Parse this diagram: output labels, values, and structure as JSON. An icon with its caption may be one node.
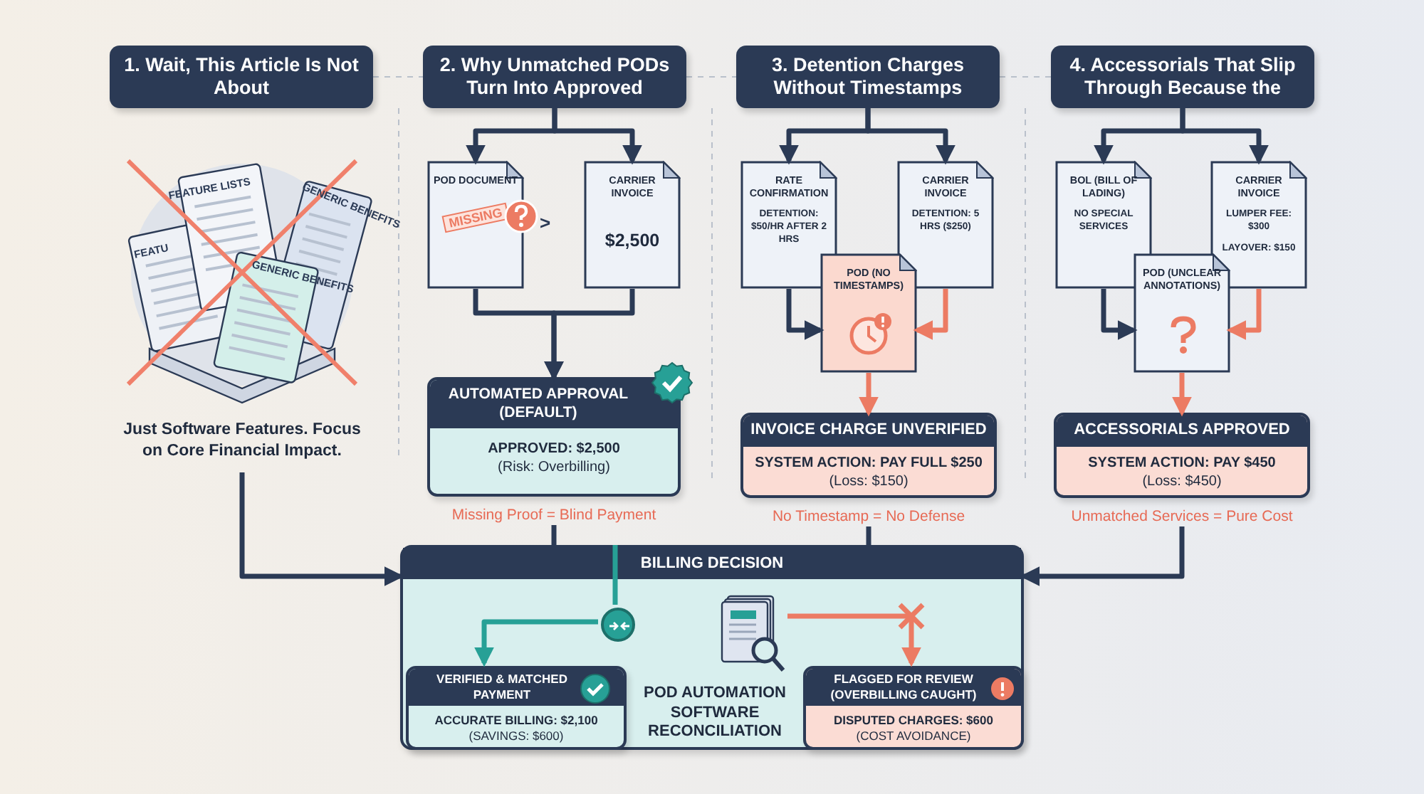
{
  "diagram": {
    "nodes": [
      {
        "text": [
          "1. Wait, This Article Is Not About"
        ]
      },
      {
        "text": [],
        "shape": "picture"
      },
      {
        "text": [
          "Just Software Features. Focus on Core Financial Impact."
        ]
      },
      {
        "text": [
          "2. Why Unmatched PODs Turn Into Approved"
        ]
      },
      {
        "text": [
          "POD DOCUMENT",
          "MISSING"
        ]
      },
      {
        "text": [
          "CARRIER INVOICE",
          "$2,500"
        ]
      },
      {
        "text": [
          "AUTOMATED APPROVAL (DEFAULT)",
          "APPROVED: $2,500",
          "(Risk: Overbilling)"
        ],
        "beside": [
          "Missing Proof = Blind Payment"
        ]
      },
      {
        "text": [
          "3. Detention Charges Without Timestamps"
        ]
      },
      {
        "text": [
          "RATE CONFIRMATION",
          "DETENTION: $50/HR AFTER 2 HRS"
        ]
      },
      {
        "text": [
          "CARRIER INVOICE",
          "DETENTION: 5 HRS ($250)"
        ]
      },
      {
        "text": [
          "POD (NO TIMESTAMPS)"
        ]
      },
      {
        "text": [
          "INVOICE CHARGE UNVERIFIED",
          "SYSTEM ACTION: PAY FULL $250",
          "(Loss: $150)"
        ],
        "beside": [
          "No Timestamp = No Defense"
        ]
      },
      {
        "text": [
          "4. Accessorials That Slip Through Because the"
        ]
      },
      {
        "text": [
          "BOL (BILL OF LADING)",
          "NO SPECIAL SERVICES"
        ]
      },
      {
        "text": [
          "CARRIER INVOICE",
          "LUMPER FEE: $300",
          "LAYOVER: $150"
        ]
      },
      {
        "text": [
          "POD (UNCLEAR ANNOTATIONS)"
        ]
      },
      {
        "text": [
          "ACCESSORIALS APPROVED",
          "SYSTEM ACTION: PAY $450",
          "(Loss: $450)"
        ],
        "beside": [
          "Unmatched Services = Pure Cost"
        ]
      },
      {
        "text": [
          "BILLING DECISION"
        ]
      },
      {
        "text": [],
        "shape": "circle",
        "in": 17
      },
      {
        "text": [
          "POD AUTOMATION SOFTWARE RECONCILIATION"
        ],
        "in": 17
      },
      {
        "text": [
          "VERIFIED & MATCHED PAYMENT",
          "ACCURATE BILLING: $2,100",
          "(SAVINGS: $600)"
        ],
        "in": 17
      },
      {
        "text": [
          "FLAGGED FOR REVIEW (OVERBILLING CAUGHT)",
          "DISPUTED CHARGES: $600",
          "(COST AVOIDANCE)"
        ],
        "in": 17
      }
    ],
    "edges": [
      {
        "from": 3,
        "to": 4,
        "arrow": "to"
      },
      {
        "from": 3,
        "to": 5,
        "arrow": "to"
      },
      {
        "from": 4,
        "to": 6,
        "arrow": "to"
      },
      {
        "from": 5,
        "to": 6,
        "arrow": "to"
      },
      {
        "from": 7,
        "to": 8,
        "arrow": "to"
      },
      {
        "from": 7,
        "to": 9,
        "arrow": "to"
      },
      {
        "from": 8,
        "to": 10,
        "arrow": "to"
      },
      {
        "from": 9,
        "to": 10,
        "arrow": "to",
        "color": "#ec7b63"
      },
      {
        "from": 10,
        "to": 11,
        "arrow": "to",
        "color": "#ec7b63"
      },
      {
        "from": 12,
        "to": 13,
        "arrow": "to"
      },
      {
        "from": 12,
        "to": 14,
        "arrow": "to"
      },
      {
        "from": 13,
        "to": 15,
        "arrow": "to"
      },
      {
        "from": 14,
        "to": 15,
        "arrow": "to",
        "color": "#ec7b63"
      },
      {
        "from": 15,
        "to": 16,
        "arrow": "to",
        "color": "#ec7b63"
      },
      {
        "from": 2,
        "to": 17,
        "arrow": "to"
      },
      {
        "from": 6,
        "to": 17,
        "arrow": "none"
      },
      {
        "from": 11,
        "to": 17,
        "arrow": "none"
      },
      {
        "from": 16,
        "to": 17,
        "arrow": "to"
      },
      {
        "from": 17,
        "to": 18,
        "arrow": "none",
        "color": "#27a096"
      },
      {
        "from": 18,
        "to": 20,
        "arrow": "to",
        "color": "#27a096"
      },
      {
        "from": 19,
        "to": 21,
        "arrow": "to",
        "color": "#ec7b63"
      }
    ],
    "labels": [
      "FEATURE LISTS",
      "GENERIC BENEFITS",
      "FEATU",
      "GENERIC BENEFITS",
      ">"
    ]
  }
}
